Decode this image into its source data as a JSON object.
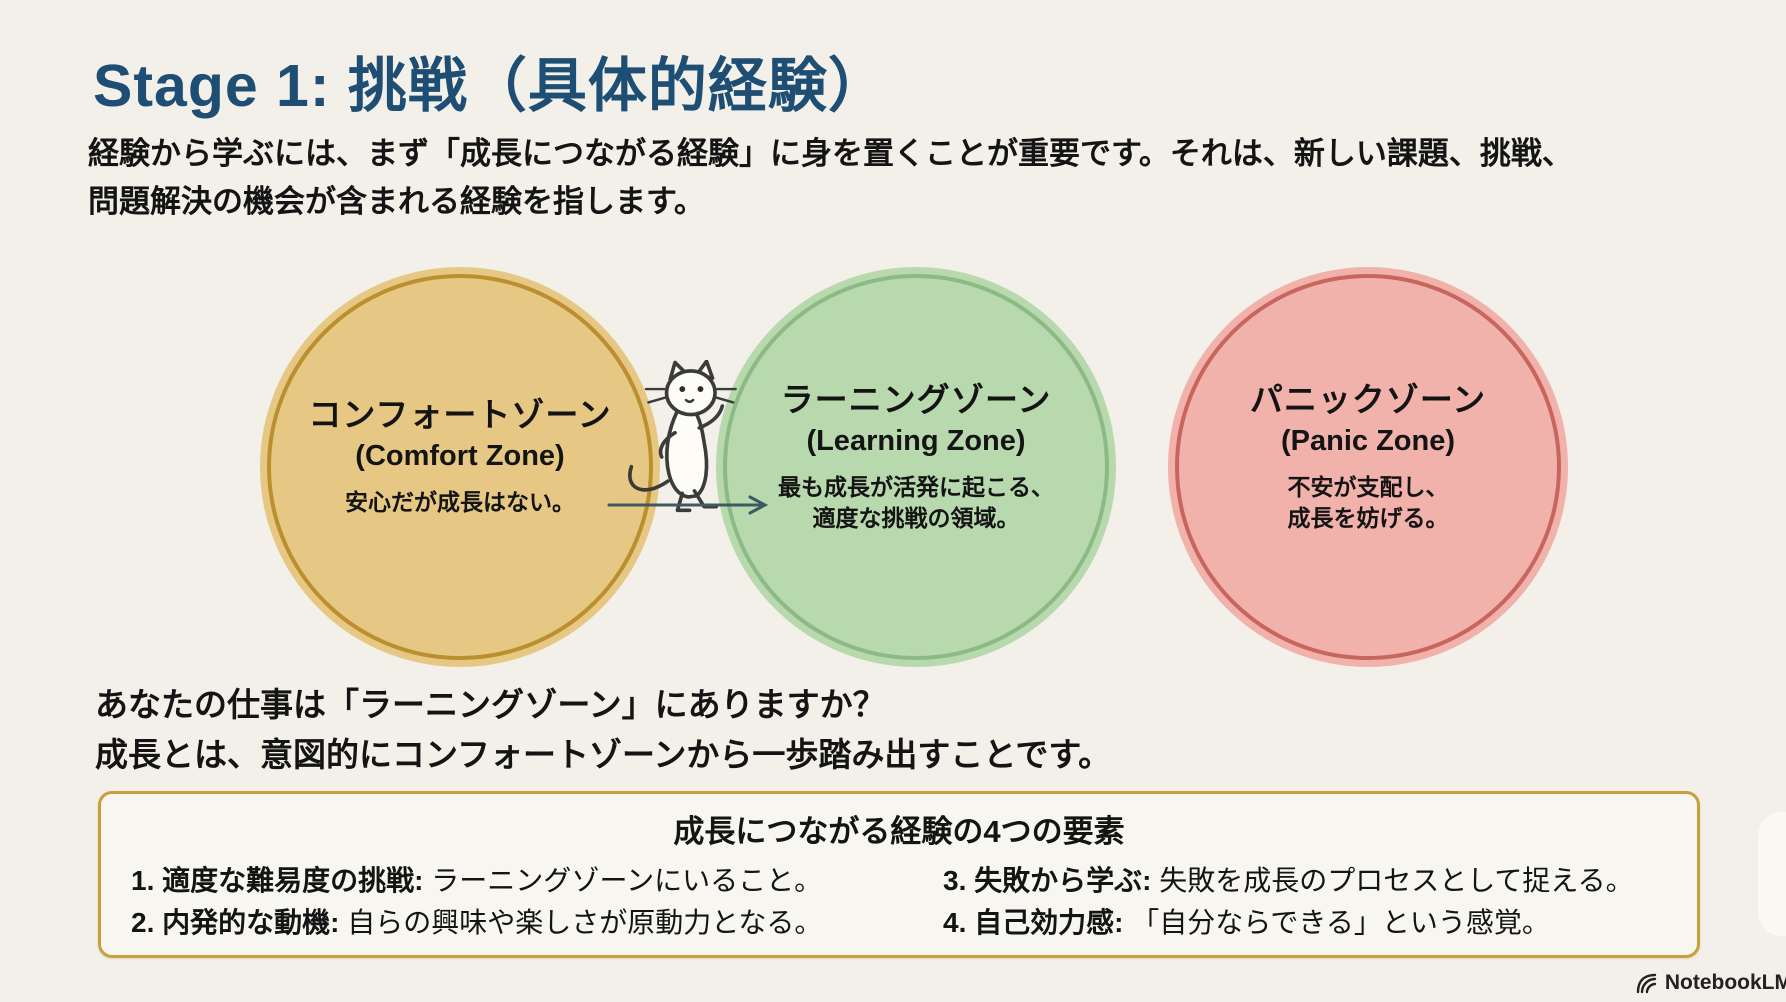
{
  "title": "Stage 1: 挑戦（具体的経験）",
  "intro": {
    "line1": "経験から学ぶには、まず「成長につながる経験」に身を置くことが重要です。それは、新しい課題、挑戦、",
    "line2": "問題解決の機会が含まれる経験を指します。"
  },
  "zones": [
    {
      "name": "コンフォートゾーン",
      "en": "(Comfort Zone)",
      "desc_lines": [
        "安心だが成長はない。"
      ],
      "fill": "#e6c884",
      "ring": "#bb8f2e"
    },
    {
      "name": "ラーニングゾーン",
      "en": "(Learning Zone)",
      "desc_lines": [
        "最も成長が活発に起こる、",
        "適度な挑戦の領域。"
      ],
      "fill": "#b8d9ae",
      "ring": "#8cba84"
    },
    {
      "name": "パニックゾーン",
      "en": "(Panic Zone)",
      "desc_lines": [
        "不安が支配し、",
        "成長を妨げる。"
      ],
      "fill": "#f2b2ac",
      "ring": "#c9655f"
    }
  ],
  "question": {
    "line1": "あなたの仕事は「ラーニングゾーン」にありますか？",
    "line2": "成長とは、意図的にコンフォートゾーンから一歩踏み出すことです。"
  },
  "factors_box": {
    "title": "成長につながる経験の4つの要素",
    "items": [
      {
        "num": "1.",
        "label": "適度な難易度の挑戦:",
        "text": "ラーニングゾーンにいること。"
      },
      {
        "num": "2.",
        "label": "内発的な動機:",
        "text": "自らの興味や楽しさが原動力となる。"
      },
      {
        "num": "3.",
        "label": "失敗から学ぶ:",
        "text": "失敗を成長のプロセスとして捉える。"
      },
      {
        "num": "4.",
        "label": "自己効力感:",
        "text": "「自分ならできる」という感覚。"
      }
    ]
  },
  "watermark": {
    "label": "NotebookLM",
    "icon": "notebooklm-logo-icon"
  },
  "icons": [
    "cat-illustration",
    "arrow-right-icon",
    "notebooklm-logo-icon"
  ],
  "colors": {
    "background": "#f2f0e9",
    "title": "#1f4e74",
    "body_text": "#141414",
    "box_border": "#c7a03c",
    "box_background": "#f7f6f0",
    "arrow": "#3c5a64"
  }
}
